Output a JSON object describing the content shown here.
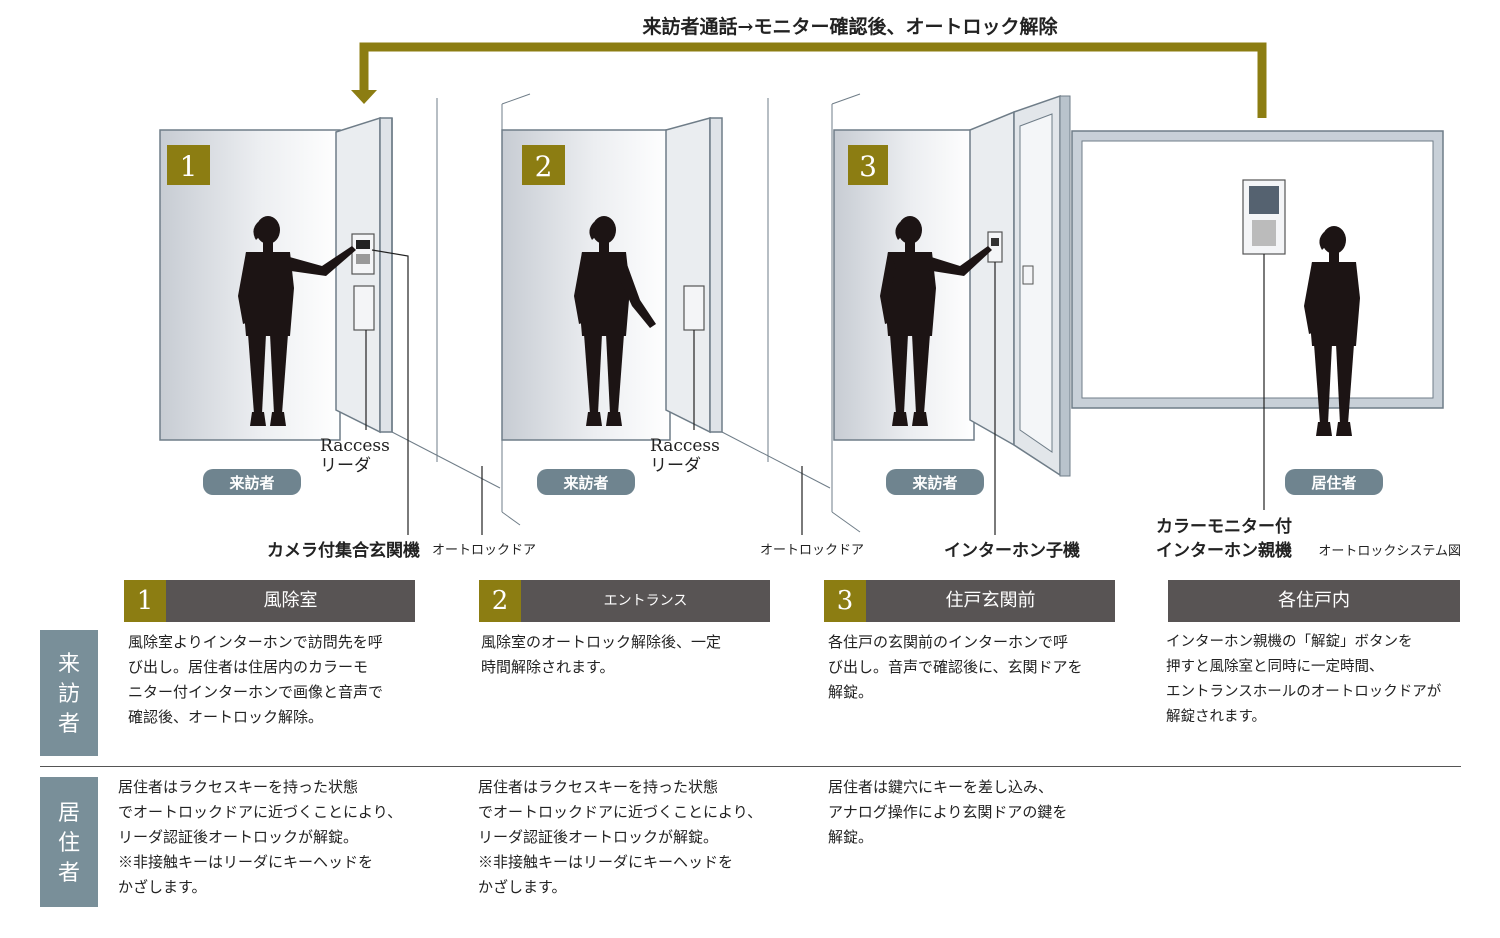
{
  "top_caption": "来訪者通話→モニター確認後、オートロック解除",
  "stage_numbers": [
    "1",
    "2",
    "3"
  ],
  "role_badges": {
    "visitor": "来訪者",
    "resident": "居住者"
  },
  "device_labels": {
    "raccess_1": [
      "Raccess",
      "リーダ"
    ],
    "raccess_2": [
      "Raccess",
      "リーダ"
    ],
    "camera_panel": "カメラ付集合玄関機",
    "autolock_door_1": "オートロックドア",
    "autolock_door_2": "オートロックドア",
    "intercom_sub": "インターホン子機",
    "monitor_intercom": [
      "カラーモニター付",
      "インターホン親機"
    ],
    "figure_title": "オートロックシステム図"
  },
  "sections": [
    {
      "num": "1",
      "title": "風除室"
    },
    {
      "num": "2",
      "title": "エントランス"
    },
    {
      "num": "3",
      "title": "住戸玄関前"
    },
    {
      "num": "",
      "title": "各住戸内"
    }
  ],
  "row_labels": {
    "visitor": [
      "来",
      "訪",
      "者"
    ],
    "resident": [
      "居",
      "住",
      "者"
    ]
  },
  "visitor_texts": [
    "風除室よりインターホンで訪問先を呼\nび出し。居住者は住居内のカラーモ\nニター付インターホンで画像と音声で\n確認後、オートロック解除。",
    "風除室のオートロック解除後、一定\n時間解除されます。",
    "各住戸の玄関前のインターホンで呼\nび出し。音声で確認後に、玄関ドアを\n解錠。",
    "インターホン親機の「解錠」ボタンを\n押すと風除室と同時に一定時間、\nエントランスホールのオートロックドアが\n解錠されます。"
  ],
  "resident_texts": [
    "居住者はラクセスキーを持った状態\nでオートロックドアに近づくことにより、\nリーダ認証後オートロックが解錠。\n※非接触キーはリーダにキーヘッドを\nかざします。",
    "居住者はラクセスキーを持った状態\nでオートロックドアに近づくことにより、\nリーダ認証後オートロックが解錠。\n※非接触キーはリーダにキーヘッドを\nかざします。",
    "居住者は鍵穴にキーを差し込み、\nアナログ操作により玄関ドアの鍵を\n解錠。"
  ],
  "colors": {
    "accent_gold": "#8c7d12",
    "badge_slate": "#6f848f",
    "header_dark": "#585454",
    "side_blue": "#798f99",
    "silhouette": "#1c1414"
  }
}
